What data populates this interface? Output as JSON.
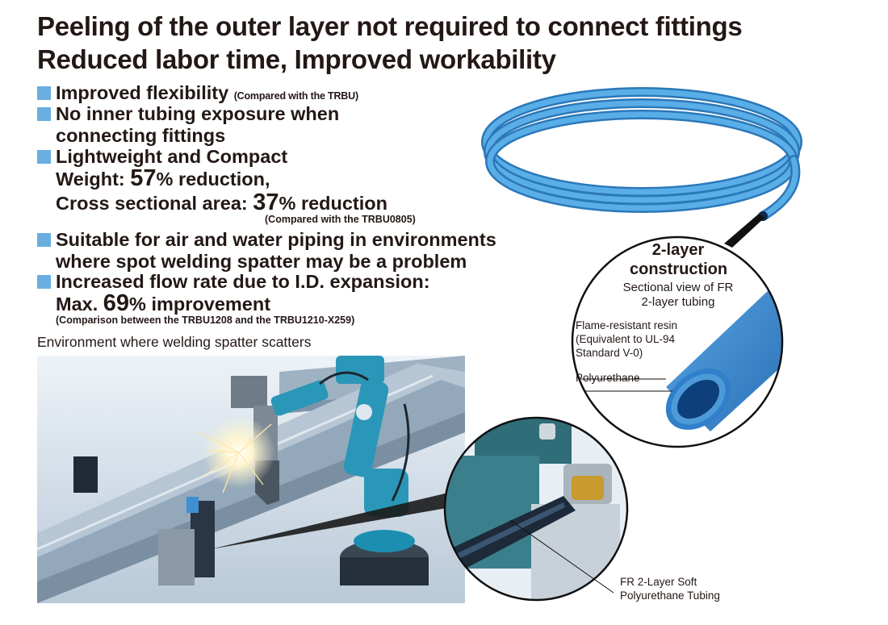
{
  "headline": {
    "line1": "Peeling of the outer layer not required to connect fittings",
    "line2": "Reduced labor time, Improved workability"
  },
  "features": {
    "f1": {
      "label": "Improved flexibility",
      "note": "(Compared with the TRBU)"
    },
    "f2": {
      "line1": "No inner tubing exposure when",
      "line2": "connecting fittings"
    },
    "f3": {
      "label": "Lightweight and Compact",
      "weight_prefix": "Weight: ",
      "weight_value": "57",
      "weight_suffix": "% reduction,",
      "area_prefix": "Cross sectional area: ",
      "area_value": "37",
      "area_suffix": "% reduction",
      "note": "(Compared with the TRBU0805)"
    },
    "f4": {
      "line1": "Suitable for air and water piping in environments",
      "line2": "where spot welding spatter may be a problem"
    },
    "f5": {
      "line1": "Increased flow rate due to I.D. expansion:",
      "prefix": "Max. ",
      "value": "69",
      "suffix": "% improvement",
      "note": "(Comparison between the TRBU1208 and the TRBU1210-X259)"
    }
  },
  "photo_caption": "Environment where welding spatter scatters",
  "construction": {
    "title_line1": "2-layer",
    "title_line2": "construction",
    "subtitle_line1": "Sectional view of FR",
    "subtitle_line2": "2-layer tubing",
    "outer_label_line1": "Flame-resistant resin",
    "outer_label_line2": "(Equivalent to UL-94",
    "outer_label_line3": "Standard V-0)",
    "inner_label": "Polyurethane"
  },
  "tubing_label": {
    "line1": "FR 2-Layer Soft",
    "line2": "Polyurethane Tubing"
  },
  "colors": {
    "bullet": "#6aaee0",
    "tube_blue": "#3f8fd3",
    "text": "#231815"
  }
}
